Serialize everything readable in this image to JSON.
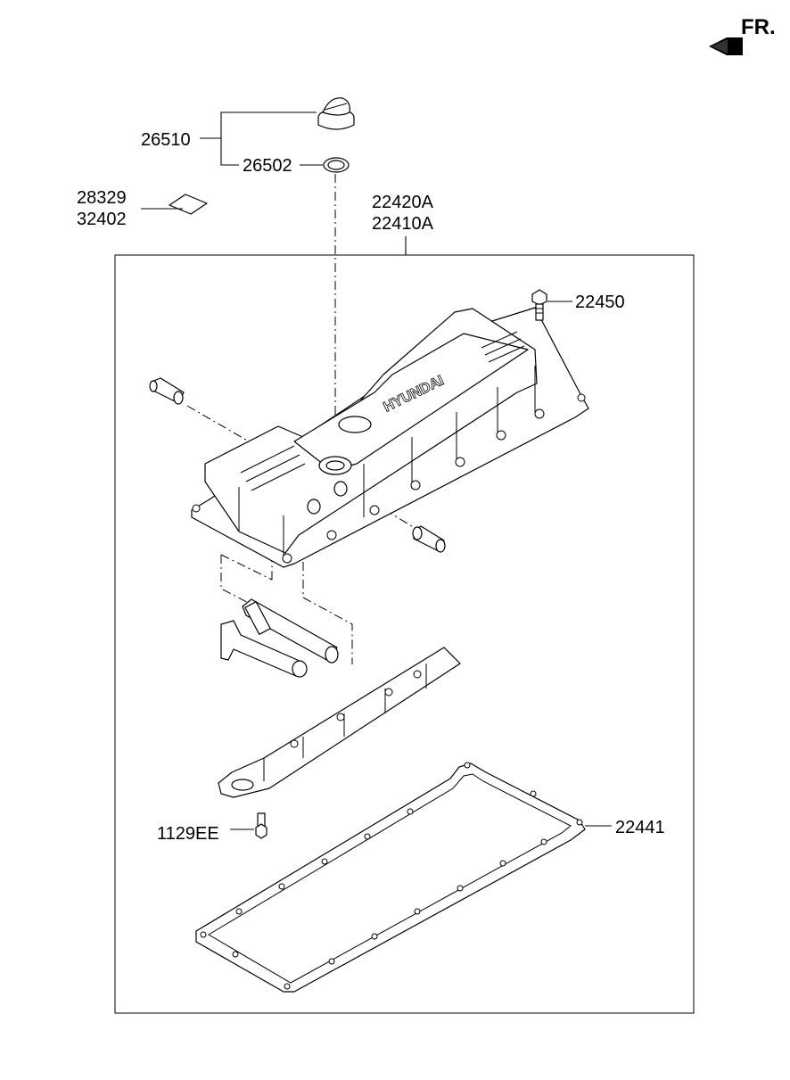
{
  "direction": {
    "label": "FR.",
    "icon": "arrow-front-icon"
  },
  "parts": {
    "oil_cap": "26510",
    "cap_seal": "26502",
    "label_1": "28329",
    "label_2": "32402",
    "cover_a": "22420A",
    "cover_b": "22410A",
    "bolt": "22450",
    "screw": "1129EE",
    "gasket": "22441"
  },
  "emblem_text": "HYUNDAI"
}
